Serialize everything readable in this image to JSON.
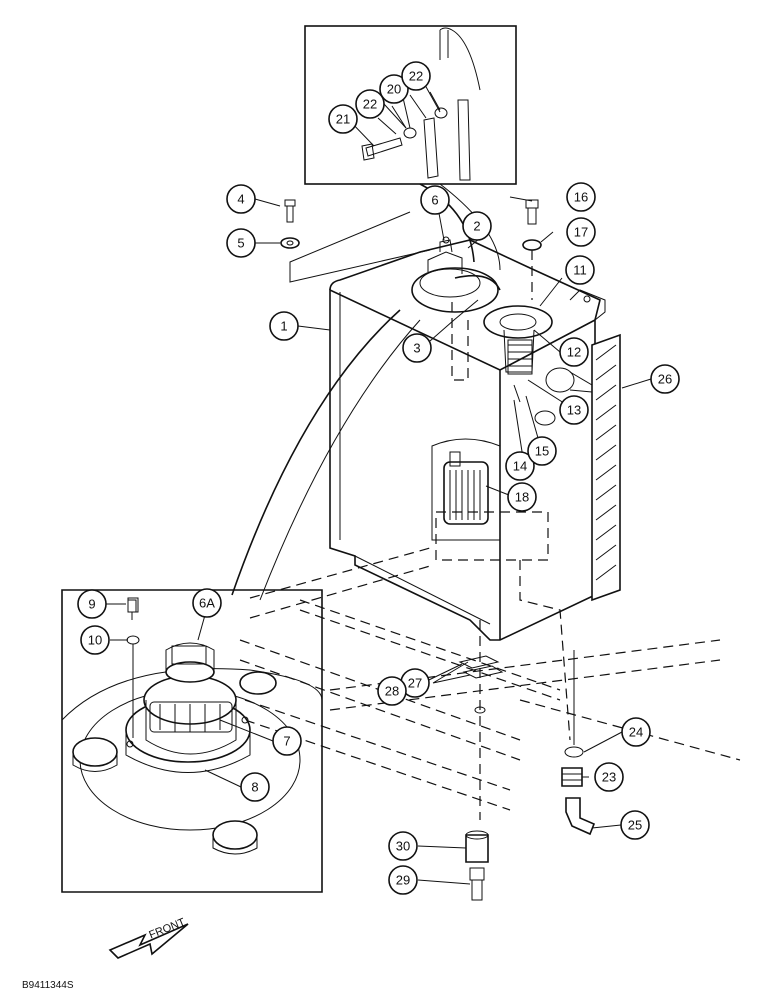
{
  "callouts": [
    "1",
    "2",
    "3",
    "4",
    "5",
    "6",
    "6A",
    "7",
    "8",
    "9",
    "10",
    "11",
    "12",
    "13",
    "14",
    "15",
    "16",
    "17",
    "18",
    "20",
    "21",
    "22",
    "22",
    "23",
    "24",
    "25",
    "26",
    "27",
    "28",
    "29",
    "30"
  ],
  "front_label": "FRONT",
  "drawing_code": "B9411344S"
}
